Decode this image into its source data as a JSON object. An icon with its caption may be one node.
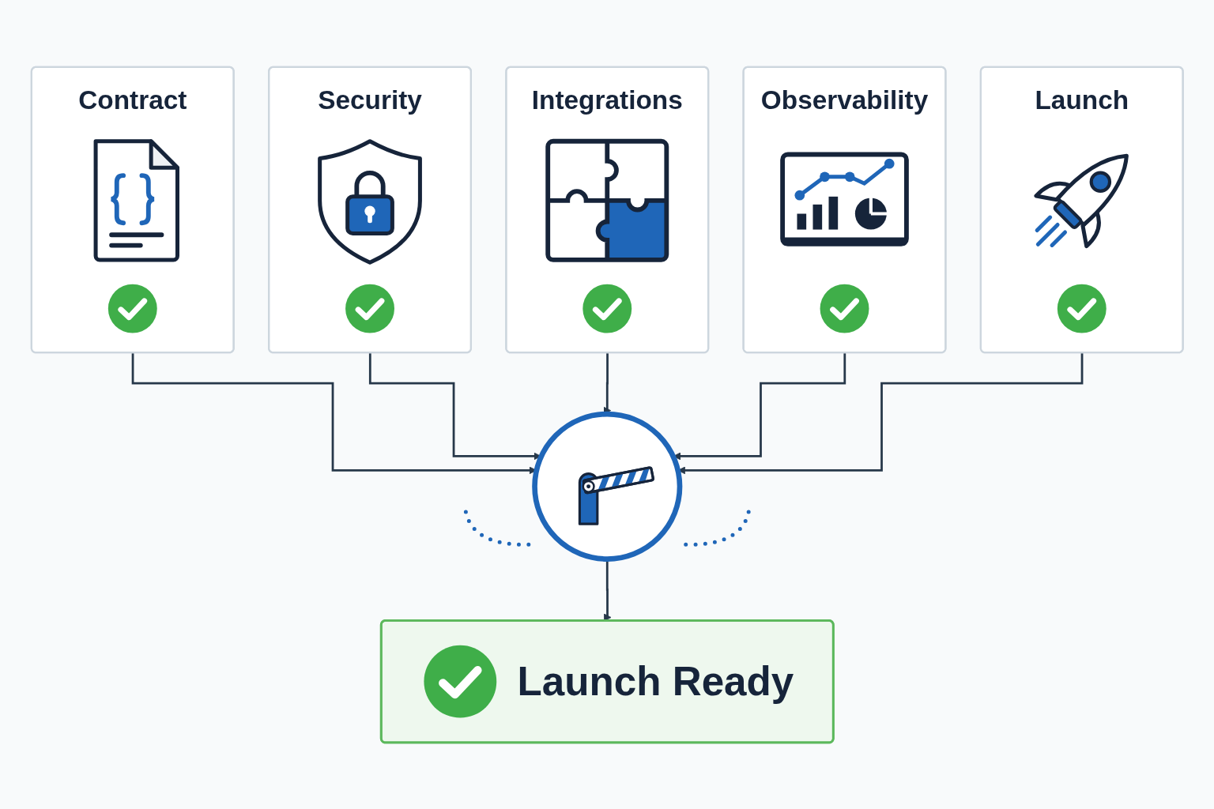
{
  "diagram": {
    "nodes": [
      {
        "text": [
          "Contract"
        ]
      },
      {
        "text": [
          "Security"
        ]
      },
      {
        "text": [
          "Integrations"
        ]
      },
      {
        "text": [
          "Observability"
        ]
      },
      {
        "text": [
          "Launch"
        ]
      },
      {
        "text": [],
        "shape": "circle"
      },
      {
        "text": [
          "Launch Ready"
        ]
      }
    ],
    "edges": [
      {
        "from": 0,
        "to": 5,
        "arrow": "to"
      },
      {
        "from": 1,
        "to": 5,
        "arrow": "to"
      },
      {
        "from": 2,
        "to": 5,
        "arrow": "to"
      },
      {
        "from": 3,
        "to": 5,
        "arrow": "to"
      },
      {
        "from": 4,
        "to": 5,
        "arrow": "to"
      },
      {
        "from": 5,
        "to": 6,
        "arrow": "to"
      }
    ]
  }
}
